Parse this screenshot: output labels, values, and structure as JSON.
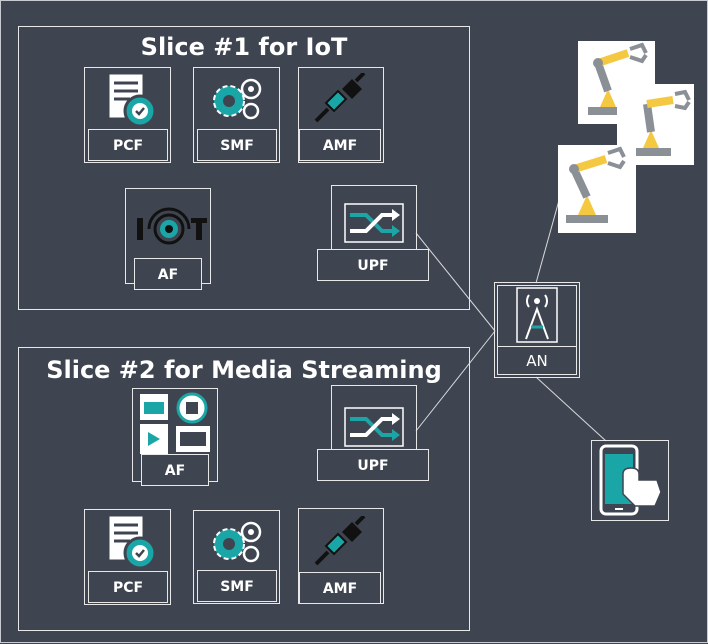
{
  "slice1": {
    "title": "Slice #1 for IoT",
    "nfs": {
      "pcf": "PCF",
      "smf": "SMF",
      "amf": "AMF",
      "af": "AF",
      "upf": "UPF"
    }
  },
  "slice2": {
    "title": "Slice #2 for Media Streaming",
    "nfs": {
      "af": "AF",
      "upf": "UPF",
      "pcf": "PCF",
      "smf": "SMF",
      "amf": "AMF"
    }
  },
  "an": {
    "label": "AN"
  },
  "colors": {
    "background": "#3f4550",
    "teal": "#1aa6a6",
    "robot_yellow": "#f5c842"
  },
  "icons": [
    "document-check-icon",
    "gears-icon",
    "plug-icon",
    "iot-icon",
    "shuffle-arrows-icon",
    "antenna-tower-icon",
    "robot-arm-icon",
    "phone-tap-icon",
    "media-collage-icon"
  ]
}
